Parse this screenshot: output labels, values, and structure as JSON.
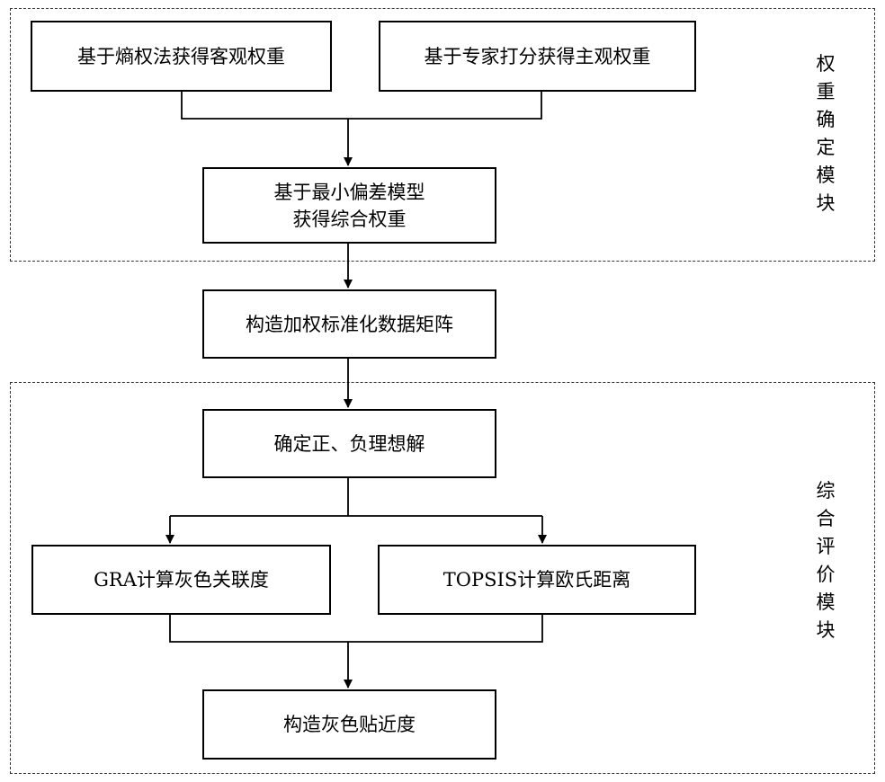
{
  "modules": {
    "weight": {
      "label": [
        "权",
        "重",
        "确",
        "定",
        "模",
        "块"
      ]
    },
    "evaluation": {
      "label": [
        "综",
        "合",
        "评",
        "价",
        "模",
        "块"
      ]
    }
  },
  "boxes": {
    "entropy_weight": "基于熵权法获得客观权重",
    "expert_weight": "基于专家打分获得主观权重",
    "combined_weight": "基于最小偏差模型\n获得综合权重",
    "weighted_matrix": "构造加权标准化数据矩阵",
    "ideal_solution": "确定正、负理想解",
    "gra": "GRA计算灰色关联度",
    "topsis": "TOPSIS计算欧氏距离",
    "closeness": "构造灰色贴近度"
  },
  "colors": {
    "stroke": "#000000",
    "dash": "#333333",
    "background": "#ffffff"
  }
}
